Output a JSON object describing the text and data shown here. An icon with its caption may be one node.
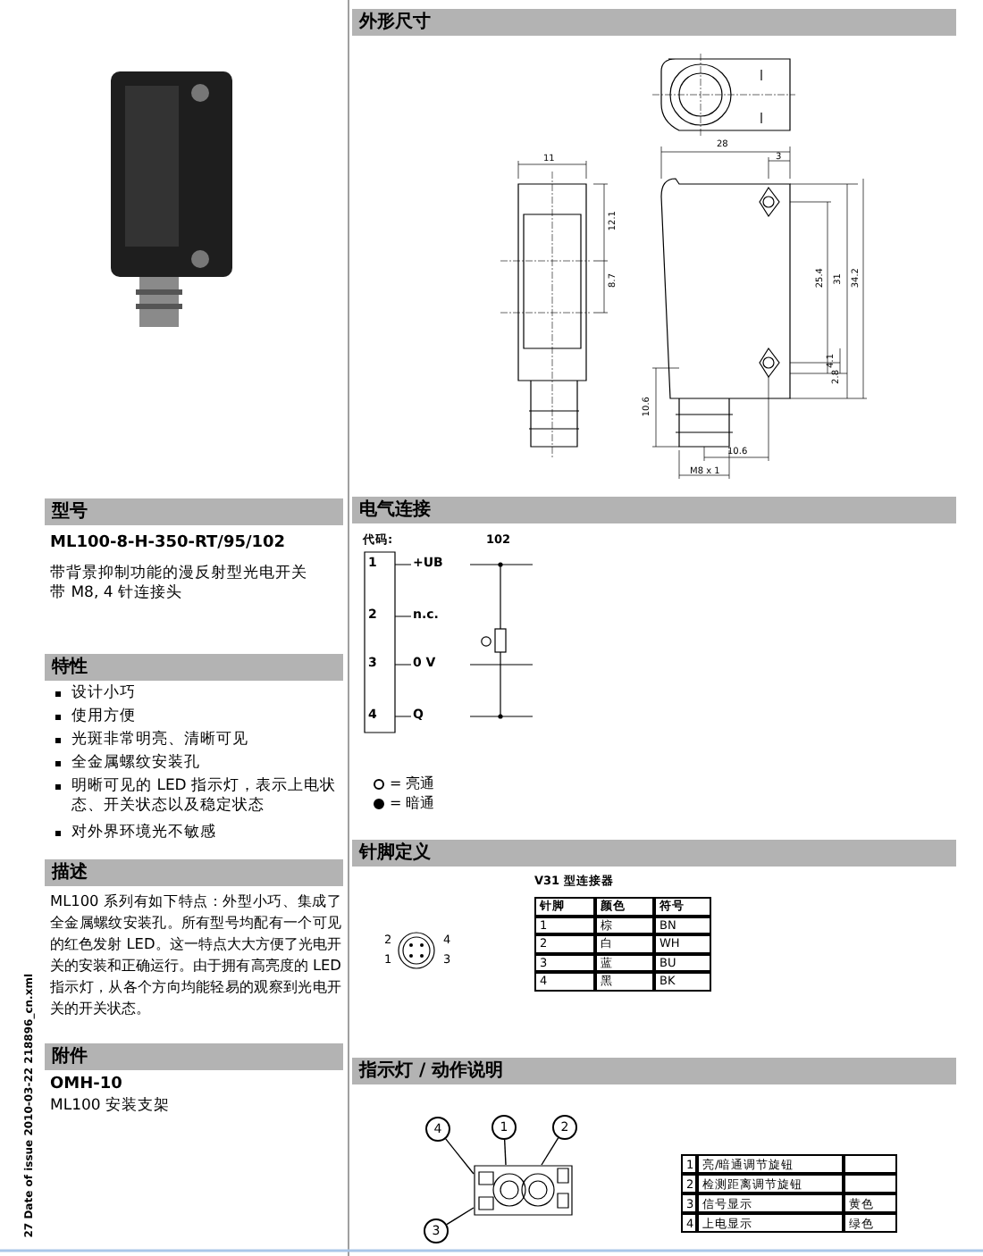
{
  "diagram": {
    "nodes": [
      {
        "text": [
          "外形尺寸"
        ]
      },
      {
        "text": [
          "型号"
        ]
      },
      {
        "text": [
          "电气连接"
        ]
      },
      {
        "text": [
          "特性"
        ]
      },
      {
        "text": [
          "针脚定义"
        ]
      },
      {
        "text": [
          "描述"
        ]
      },
      {
        "text": [
          "附件"
        ]
      },
      {
        "text": [
          "指示灯 / 动作说明"
        ]
      },
      {
        "text": [
          "4"
        ]
      },
      {
        "text": [
          "1"
        ]
      },
      {
        "text": [
          "2"
        ]
      },
      {
        "text": [
          "3"
        ]
      },
      {
        "text": [],
        "shape": "picture"
      }
    ],
    "edges": [
      {
        "from": 8,
        "to": 12,
        "arrow": "none"
      },
      {
        "from": 9,
        "to": 12,
        "arrow": "none"
      },
      {
        "from": 10,
        "to": 12,
        "arrow": "none"
      },
      {
        "from": 11,
        "to": 12,
        "arrow": "none"
      }
    ],
    "labels": [
      "ML100-8-H-350-RT/95/102",
      "带背景抑制功能的漫反射型光电开关带 M8, 4 针连接头",
      "设计小巧",
      "使用方便",
      "光斑非常明亮、清晰可见",
      "全金属螺纹安装孔",
      "明晰可见的 LED 指示灯，表示上电状态、开关状态以及稳定状态",
      "对外界环境光不敏感",
      "ML100 系列有如下特点：外型小巧、集成了全金属螺纹安装孔。所有型号均配有一个可见的红色发射 LED。这一特点大大方便了光电开关的安装和正确运行。由于拥有高亮度的 LED 指示灯，从各个方向均能轻易的观察到光电开关的开关状态。",
      "OMH-10",
      "ML100 安装支架",
      "27 Date of issue 2010-03-22 218896_cn.xml",
      "11",
      "12.1",
      "8.7",
      "28",
      "3",
      "25.4",
      "31",
      "34.2",
      "4.1",
      "2.8",
      "10.6",
      "10.6",
      "M8 x 1",
      "代码:",
      "102",
      "1",
      "+UB",
      "2",
      "n.c.",
      "3",
      "0 V",
      "4",
      "Q",
      "2",
      "4",
      "1",
      "3",
      "V31 型连接器",
      "针脚",
      "颜色",
      "符号",
      "1",
      "棕",
      "BN",
      "2",
      "白",
      "WH",
      "3",
      "蓝",
      "BU",
      "4",
      "黑",
      "BK",
      "1",
      "亮/暗通调节旋钮",
      "2",
      "检测距离调节旋钮",
      "3",
      "信号显示",
      "黄色",
      "4",
      "上电显示",
      "绿色"
    ],
    "legend": [
      {
        "text": "= 亮通"
      },
      {
        "text": "= 暗通"
      }
    ]
  }
}
